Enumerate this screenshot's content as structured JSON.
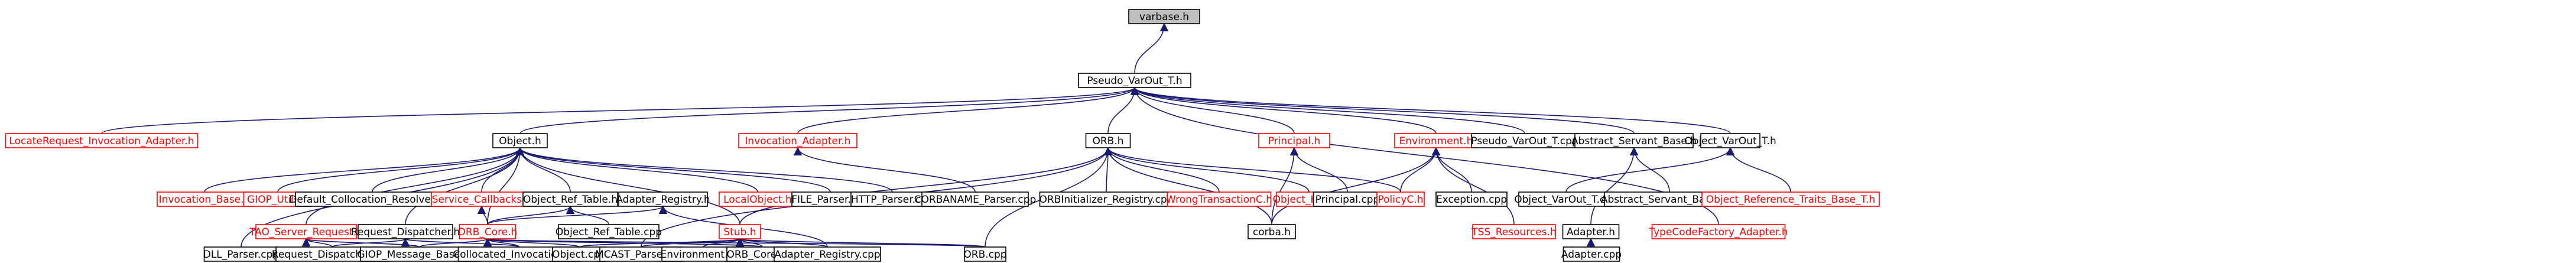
{
  "graph": {
    "colors": {
      "edge": "#191970",
      "node_border": "#000000",
      "node_fill": "#ffffff",
      "root_fill": "#bfbfbf",
      "incomplete_text": "#ff0000"
    },
    "nodes": [
      {
        "id": "varbase_h",
        "label": "varbase.h"
      },
      {
        "id": "pseudo_varout_t_h",
        "label": "Pseudo_VarOut_T.h"
      },
      {
        "id": "locaterequest_invocation_adapter_h",
        "label": "LocateRequest_Invocation_Adapter.h"
      },
      {
        "id": "object_h",
        "label": "Object.h"
      },
      {
        "id": "invocation_adapter_h",
        "label": "Invocation_Adapter.h"
      },
      {
        "id": "orb_h",
        "label": "ORB.h"
      },
      {
        "id": "principal_h",
        "label": "Principal.h"
      },
      {
        "id": "environment_h",
        "label": "Environment.h"
      },
      {
        "id": "pseudo_varout_t_cpp",
        "label": "Pseudo_VarOut_T.cpp"
      },
      {
        "id": "abstract_servant_base_h",
        "label": "Abstract_Servant_Base.h"
      },
      {
        "id": "object_varout_t_h",
        "label": "Object_VarOut_T.h"
      },
      {
        "id": "invocation_base_h",
        "label": "Invocation_Base.h"
      },
      {
        "id": "giop_utils_h",
        "label": "GIOP_Utils.h"
      },
      {
        "id": "default_collocation_resolver_cpp",
        "label": "Default_Collocation_Resolver.cpp"
      },
      {
        "id": "service_callbacks_h",
        "label": "Service_Callbacks.h"
      },
      {
        "id": "object_ref_table_h",
        "label": "Object_Ref_Table.h"
      },
      {
        "id": "adapter_registry_h",
        "label": "Adapter_Registry.h"
      },
      {
        "id": "localobject_h",
        "label": "LocalObject.h"
      },
      {
        "id": "file_parser_cpp",
        "label": "FILE_Parser.cpp"
      },
      {
        "id": "http_parser_cpp",
        "label": "HTTP_Parser.cpp"
      },
      {
        "id": "corbaname_parser_cpp",
        "label": "CORBANAME_Parser.cpp"
      },
      {
        "id": "orbinitializer_registry_cpp",
        "label": "ORBInitializer_Registry.cpp"
      },
      {
        "id": "wrongtransactionc_h",
        "label": "WrongTransactionC.h"
      },
      {
        "id": "object_keyc_h",
        "label": "Object_KeyC.h"
      },
      {
        "id": "principal_cpp",
        "label": "Principal.cpp"
      },
      {
        "id": "policyc_h",
        "label": "PolicyC.h"
      },
      {
        "id": "exception_cpp",
        "label": "Exception.cpp"
      },
      {
        "id": "object_varout_t_cpp",
        "label": "Object_VarOut_T.cpp"
      },
      {
        "id": "abstract_servant_base_cpp",
        "label": "Abstract_Servant_Base.cpp"
      },
      {
        "id": "object_reference_traits_base_t_h",
        "label": "Object_Reference_Traits_Base_T.h"
      },
      {
        "id": "tao_server_request_h",
        "label": "TAO_Server_Request.h"
      },
      {
        "id": "request_dispatcher_h",
        "label": "Request_Dispatcher.h"
      },
      {
        "id": "orb_core_h",
        "label": "ORB_Core.h"
      },
      {
        "id": "object_ref_table_cpp",
        "label": "Object_Ref_Table.cpp"
      },
      {
        "id": "stub_h",
        "label": "Stub.h"
      },
      {
        "id": "corba_h",
        "label": "corba.h"
      },
      {
        "id": "tss_resources_h",
        "label": "TSS_Resources.h"
      },
      {
        "id": "adapter_h",
        "label": "Adapter.h"
      },
      {
        "id": "typecodefactory_adapter_h",
        "label": "TypeCodeFactory_Adapter.h"
      },
      {
        "id": "dll_parser_cpp",
        "label": "DLL_Parser.cpp"
      },
      {
        "id": "request_dispatcher_cpp",
        "label": "Request_Dispatcher.cpp"
      },
      {
        "id": "giop_message_base_cpp",
        "label": "GIOP_Message_Base.cpp"
      },
      {
        "id": "collocated_invocation_cpp",
        "label": "Collocated_Invocation.cpp"
      },
      {
        "id": "object_cpp",
        "label": "Object.cpp"
      },
      {
        "id": "mcast_parser_cpp",
        "label": "MCAST_Parser.cpp"
      },
      {
        "id": "environment_cpp",
        "label": "Environment.cpp"
      },
      {
        "id": "orb_core_cpp",
        "label": "ORB_Core.cpp"
      },
      {
        "id": "adapter_registry_cpp",
        "label": "Adapter_Registry.cpp"
      },
      {
        "id": "orb_cpp",
        "label": "ORB.cpp"
      },
      {
        "id": "adapter_cpp",
        "label": "Adapter.cpp"
      }
    ]
  }
}
